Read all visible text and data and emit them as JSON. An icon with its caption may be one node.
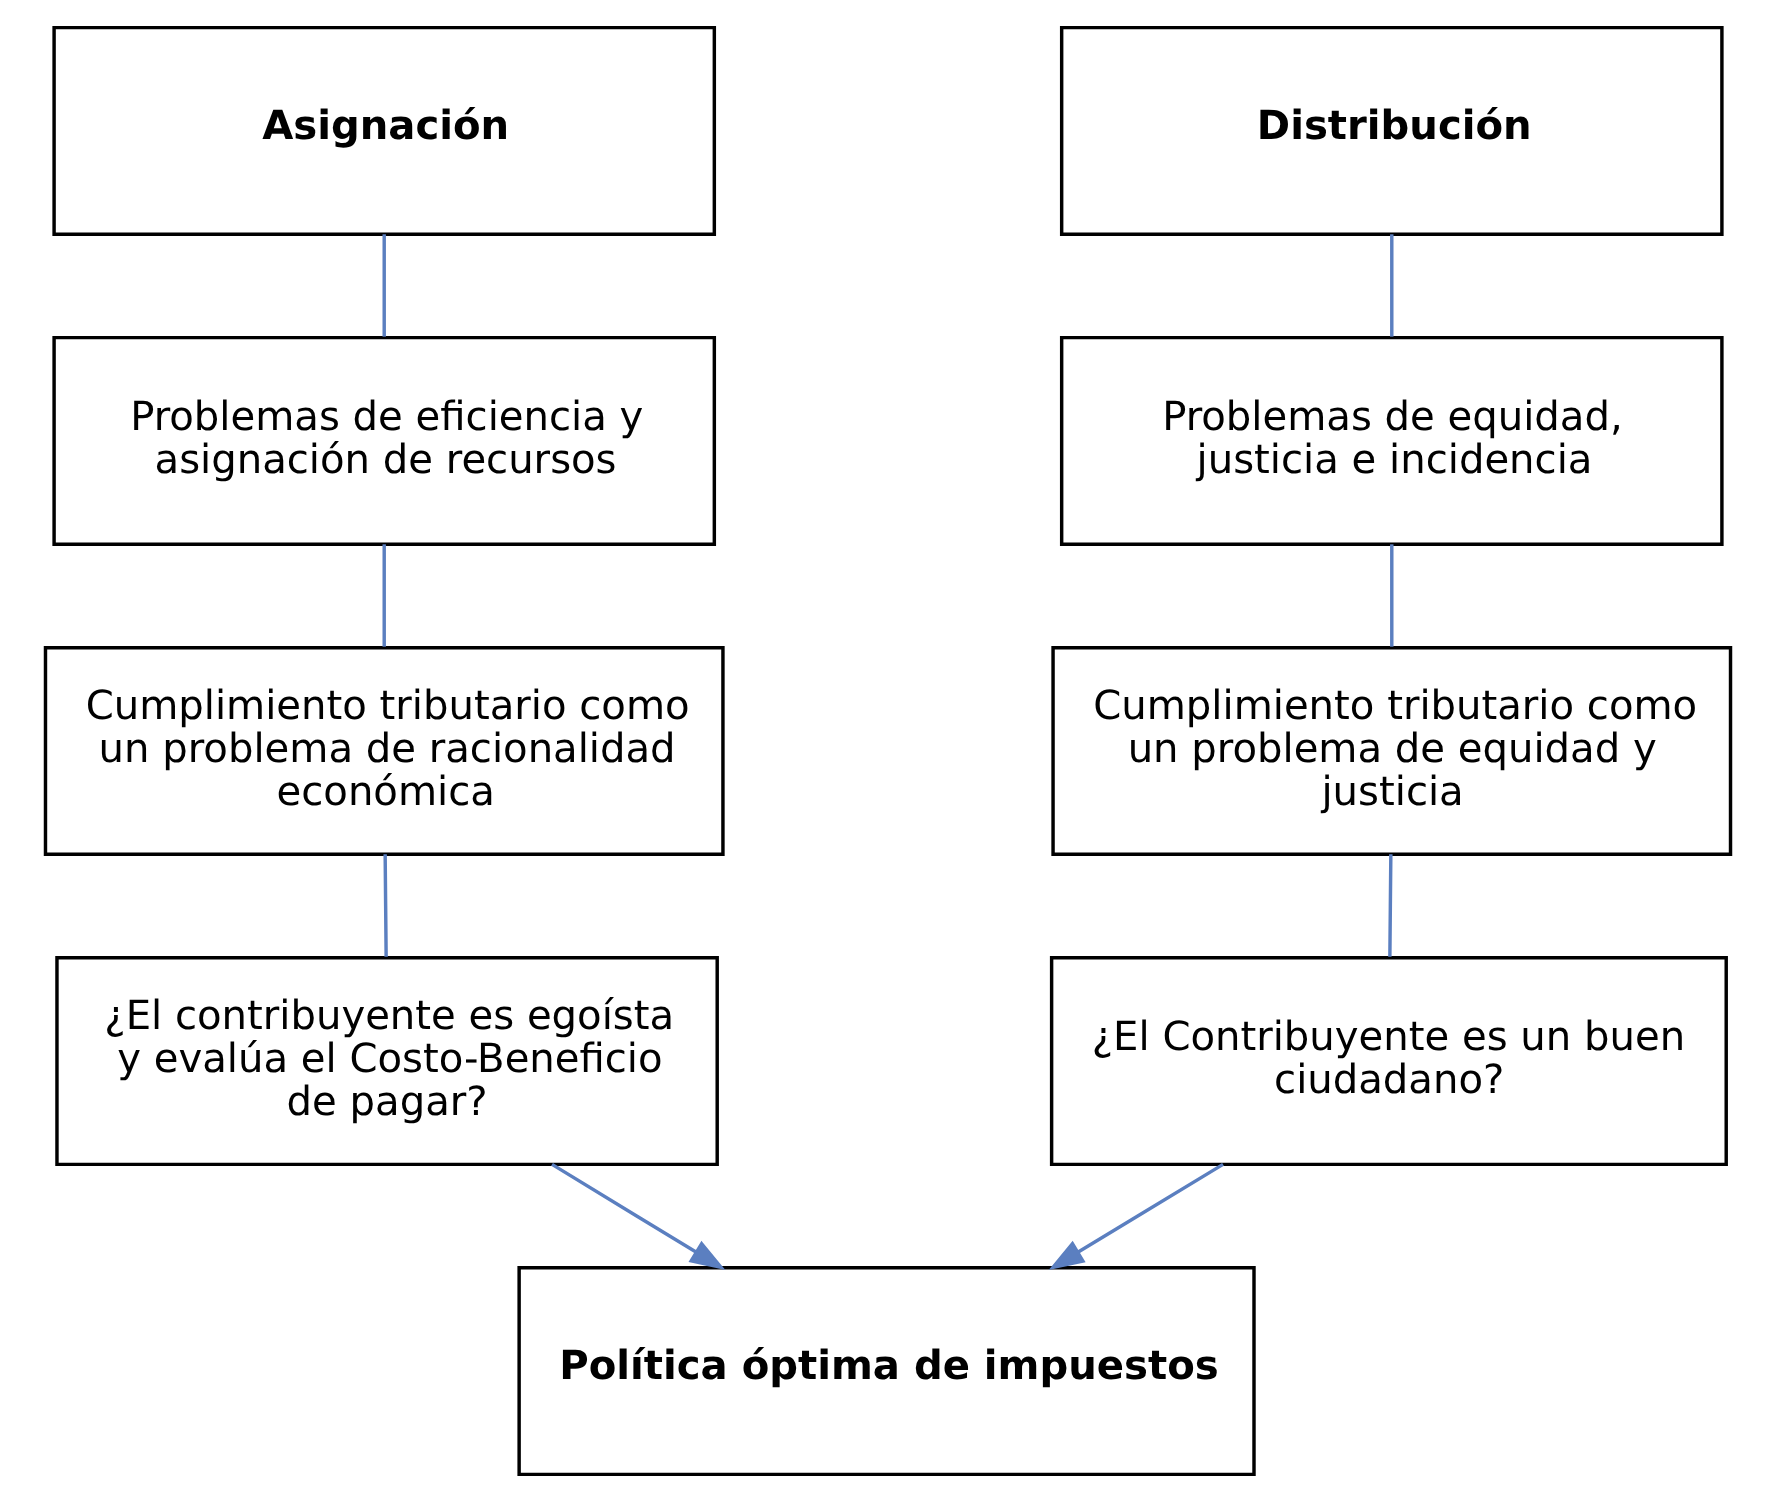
{
  "diagram": {
    "nodes": [
      {
        "text": [
          "Asignación"
        ]
      },
      {
        "text": [
          "Distribución"
        ]
      },
      {
        "text": [
          "Problemas de eficiencia y asignación de recursos"
        ]
      },
      {
        "text": [
          "Problemas de equidad, justicia e incidencia"
        ]
      },
      {
        "text": [
          "Cumplimiento tributario como un problema de racionalidad económica"
        ]
      },
      {
        "text": [
          "Cumplimiento tributario como un problema de equidad y justicia"
        ]
      },
      {
        "text": [
          "¿El contribuyente es egoísta y evalúa el Costo-Beneficio de pagar?"
        ]
      },
      {
        "text": [
          "¿El Contribuyente es un buen ciudadano?"
        ]
      },
      {
        "text": [
          "Política óptima de impuestos"
        ]
      }
    ],
    "edges": [
      {
        "from": 0,
        "to": 2,
        "arrow": "none"
      },
      {
        "from": 2,
        "to": 4,
        "arrow": "none"
      },
      {
        "from": 4,
        "to": 6,
        "arrow": "none"
      },
      {
        "from": 6,
        "to": 8,
        "arrow": "to"
      },
      {
        "from": 1,
        "to": 3,
        "arrow": "none"
      },
      {
        "from": 3,
        "to": 5,
        "arrow": "none"
      },
      {
        "from": 5,
        "to": 7,
        "arrow": "none"
      },
      {
        "from": 7,
        "to": 8,
        "arrow": "to"
      }
    ]
  }
}
